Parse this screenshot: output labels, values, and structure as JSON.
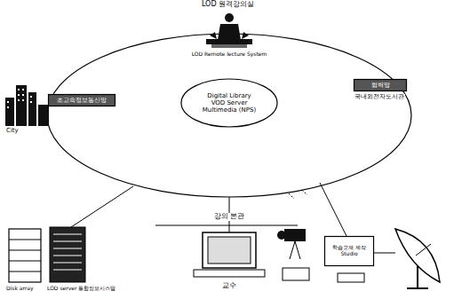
{
  "diagram": {
    "title": "LOD 원격강의실",
    "nodes": [
      {
        "text": [
          "Digital Library",
          "VOD Server",
          "Multimedia (NPS)"
        ]
      },
      {
        "text": [
          "초고속정보통신망"
        ]
      },
      {
        "text": [
          "협력망"
        ]
      },
      {
        "text": [
          "학습교재 제작 Studio"
        ]
      }
    ],
    "labels": [
      "LOD Remote lecture System",
      "City",
      "국내외전자도서관",
      "강의 본관",
      "교수",
      "Disk array",
      "LOD server 통합정보시스템"
    ]
  }
}
